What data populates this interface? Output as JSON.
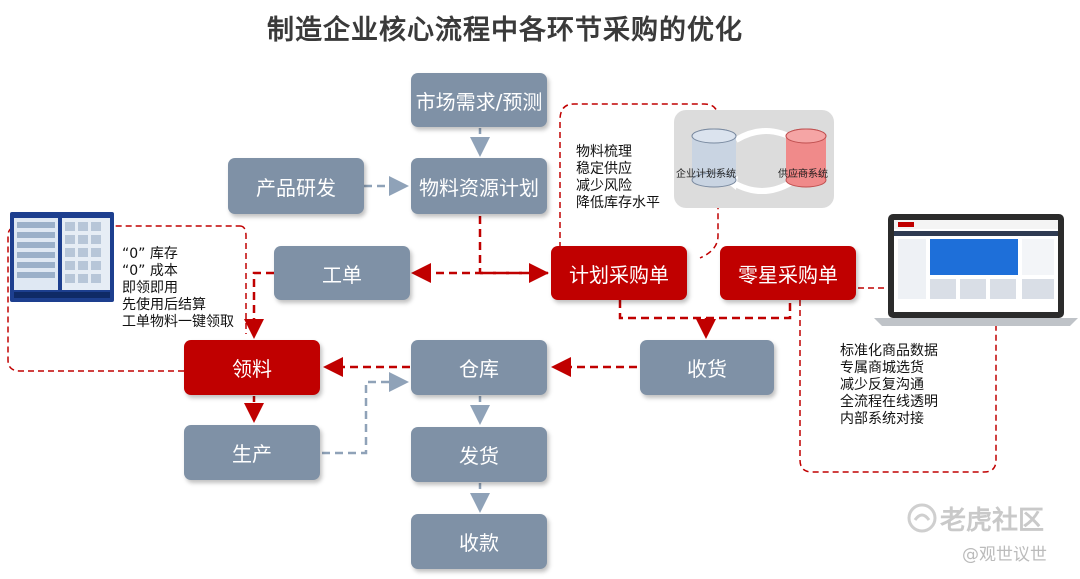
{
  "title": "制造企业核心流程中各环节采购的优化",
  "nodes": {
    "market": "市场需求/预测",
    "rnd": "产品研发",
    "mrp": "物料资源计划",
    "workorder": "工单",
    "planned_purchase": "计划采购单",
    "spot_purchase": "零星采购单",
    "picking": "领料",
    "warehouse": "仓库",
    "receiving": "收货",
    "production": "生产",
    "shipping": "发货",
    "collection": "收款"
  },
  "notes": {
    "vending": [
      "“0” 库存",
      "“0” 成本",
      "即领即用",
      "先使用后结算",
      "工单物料一键领取"
    ],
    "plan": [
      "物料梳理",
      "稳定供应",
      "减少风险",
      "降低库存水平"
    ],
    "mall": [
      "标准化商品数据",
      "专属商城选货",
      "减少反复沟通",
      "全流程在线透明",
      "内部系统对接"
    ]
  },
  "systems": {
    "enterprise": "企业计划系统",
    "supplier": "供应商系统"
  },
  "watermark": {
    "brand": "老虎社区",
    "author": "@观世议世"
  },
  "colors": {
    "gray_box": "#7f91a6",
    "red_box": "#c00000",
    "arrow_red": "#c00000",
    "arrow_gray": "#8fa2b8"
  }
}
